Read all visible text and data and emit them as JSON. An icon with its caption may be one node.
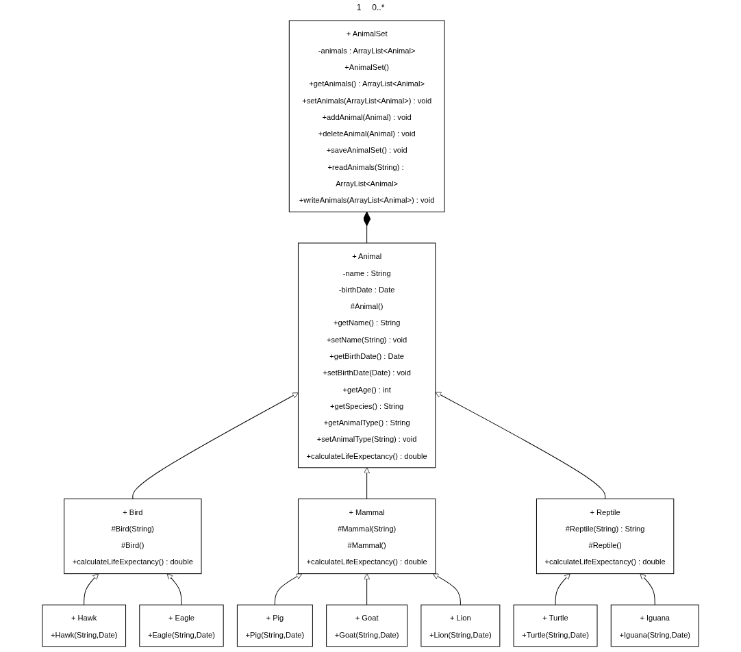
{
  "diagram": {
    "nodes": [
      {
        "text": [
          "+ AnimalSet",
          "-animals : ArrayList<Animal>",
          "+AnimalSet()",
          "+getAnimals() : ArrayList<Animal>",
          "+setAnimals(ArrayList<Animal>) : void",
          "+addAnimal(Animal) : void",
          "+deleteAnimal(Animal) : void",
          "+saveAnimalSet() : void",
          "+readAnimals(String) : ArrayList<Animal>",
          "+writeAnimals(ArrayList<Animal>) : void"
        ]
      },
      {
        "text": [
          "+ Animal",
          "-name : String",
          "-birthDate : Date",
          "#Animal()",
          "+getName() : String",
          "+setName(String) : void",
          "+getBirthDate() : Date",
          "+setBirthDate(Date) : void",
          "+getAge() : int",
          "+getSpecies() : String",
          "+getAnimalType() : String",
          "+setAnimalType(String) : void",
          "+calculateLifeExpectancy() : double"
        ]
      },
      {
        "text": [
          "+ Bird",
          "#Bird(String)",
          "#Bird()",
          "+calculateLifeExpectancy() : double"
        ]
      },
      {
        "text": [
          "+ Mammal",
          "#Mammal(String)",
          "#Mammal()",
          "+calculateLifeExpectancy() : double"
        ]
      },
      {
        "text": [
          "+ Reptile",
          "#Reptile(String) : String",
          "#Reptile()",
          "+calculateLifeExpectancy() : double"
        ]
      },
      {
        "text": [
          "+ Hawk",
          "+Hawk(String,Date)"
        ]
      },
      {
        "text": [
          "+ Eagle",
          "+Eagle(String,Date)"
        ]
      },
      {
        "text": [
          "+ Pig",
          "+Pig(String,Date)"
        ]
      },
      {
        "text": [
          "+ Goat",
          "+Goat(String,Date)"
        ]
      },
      {
        "text": [
          "+ Lion",
          "+Lion(String,Date)"
        ]
      },
      {
        "text": [
          "+ Turtle",
          "+Turtle(String,Date)"
        ]
      },
      {
        "text": [
          "+ Iguana",
          "+Iguana(String,Date)"
        ]
      }
    ],
    "edges": [
      {
        "from": 0,
        "to": 1,
        "arrow": "other"
      },
      {
        "from": 2,
        "to": 1,
        "arrow": "to"
      },
      {
        "from": 3,
        "to": 1,
        "arrow": "to"
      },
      {
        "from": 4,
        "to": 1,
        "arrow": "to"
      },
      {
        "from": 5,
        "to": 2,
        "arrow": "to"
      },
      {
        "from": 6,
        "to": 2,
        "arrow": "to"
      },
      {
        "from": 7,
        "to": 3,
        "arrow": "to"
      },
      {
        "from": 8,
        "to": 3,
        "arrow": "to"
      },
      {
        "from": 9,
        "to": 3,
        "arrow": "to"
      },
      {
        "from": 10,
        "to": 4,
        "arrow": "to"
      },
      {
        "from": 11,
        "to": 4,
        "arrow": "to"
      }
    ],
    "labels": [
      "1",
      "0..*"
    ]
  }
}
